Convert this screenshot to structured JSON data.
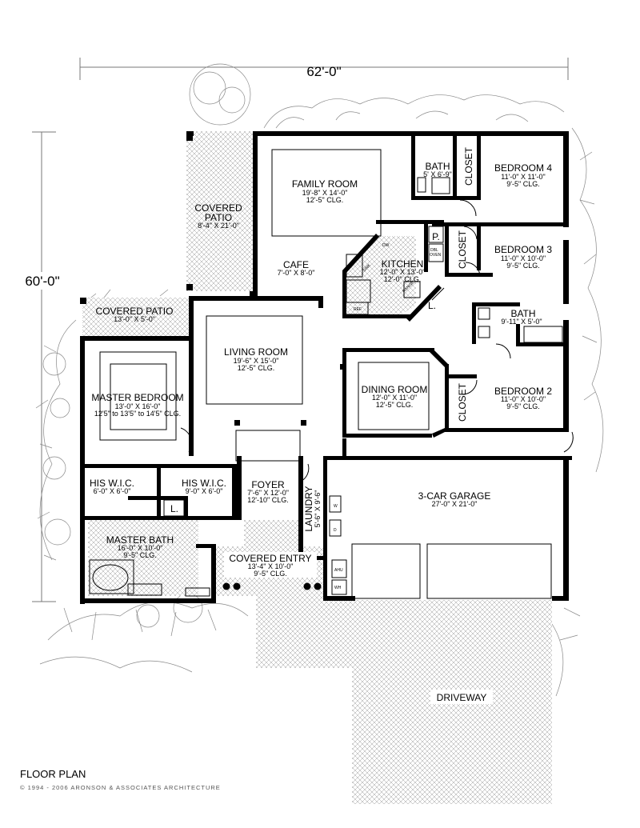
{
  "dimensions": {
    "width_label": "62'-0\"",
    "depth_label": "60'-0\""
  },
  "rooms": {
    "family_room": {
      "name": "FAMILY ROOM",
      "size": "19'-8\" X 14'-0\"",
      "clg": "12'-5\" CLG."
    },
    "bath_upper": {
      "name": "BATH",
      "size": "5' X 6'-9\""
    },
    "closet_b4": "CLOSET",
    "bedroom4": {
      "name": "BEDROOM 4",
      "size": "11'-0\" X 11'-0\"",
      "clg": "9'-5\" CLG."
    },
    "covered_patio_a": {
      "name1": "COVERED",
      "name2": "PATIO",
      "size": "8'-4\" X 21'-0\""
    },
    "pantry": "P.",
    "closet_b3": "CLOSET",
    "bedroom3": {
      "name": "BEDROOM 3",
      "size": "11'-0\" X 10'-0\"",
      "clg": "9'-5\" CLG."
    },
    "kitchen": {
      "name": "KITCHEN",
      "size": "12'-0\" X 13'-0\"",
      "clg": "12'-0\" CLG.",
      "dw": "DW",
      "sink": "SINK",
      "range": "RANGE",
      "ref": "REF",
      "dbl1": "DBL",
      "dbl2": "OVEN"
    },
    "cafe": {
      "name": "CAFE",
      "size": "7'-0\" X 8'-0\""
    },
    "kitchen_linen": "L.",
    "bath_mid": {
      "name": "BATH",
      "size": "9'-11\" X 5'-0\""
    },
    "covered_patio_b": {
      "name": "COVERED PATIO",
      "size": "13'-0\" X 5'-0\""
    },
    "living_room": {
      "name": "LIVING ROOM",
      "size": "19'-6\" X 15'-0\"",
      "clg": "12'-5\" CLG."
    },
    "dining_room": {
      "name": "DINING ROOM",
      "size": "12'-0\" X 11'-0\"",
      "clg": "12'-5\" CLG."
    },
    "closet_b2": "CLOSET",
    "bedroom2": {
      "name": "BEDROOM 2",
      "size": "11'-0\" X 10'-0\"",
      "clg": "9'-5\" CLG."
    },
    "master_bedroom": {
      "name": "MASTER BEDROOM",
      "size": "13'-0\" X 16'-0\"",
      "clg": "12'5\" to 13'5\" to 14'5\" CLG."
    },
    "his_wic_1": {
      "name": "HIS W.I.C.",
      "size": "6'-0\" X 6'-0\""
    },
    "his_wic_2": {
      "name": "HIS W.I.C.",
      "size": "9'-0\" X 6'-0\""
    },
    "linen_bath": "L.",
    "foyer": {
      "name": "FOYER",
      "size": "7'-6\" X 12'-0\"",
      "clg": "12'-10\" CLG."
    },
    "laundry": {
      "name": "LAUNDRY",
      "size": "5'-6\" X 9'-6\"",
      "w": "W",
      "d": "D"
    },
    "garage": {
      "name": "3-CAR GARAGE",
      "size": "27'-0\" X 21'-0\"",
      "ahu": "AHU",
      "wh": "WH"
    },
    "master_bath": {
      "name": "MASTER BATH",
      "size": "16'-0\" X 10'-0\"",
      "clg": "9'-5\" CLG."
    },
    "covered_entry": {
      "name": "COVERED ENTRY",
      "size": "13'-4\" X 10'-0\"",
      "clg": "9'-5\" CLG."
    },
    "driveway": {
      "name": "DRIVEWAY"
    }
  },
  "footer": {
    "title": "FLOOR PLAN",
    "copyright": "© 1994 - 2006 ARONSON & ASSOCIATES ARCHITECTURE"
  }
}
